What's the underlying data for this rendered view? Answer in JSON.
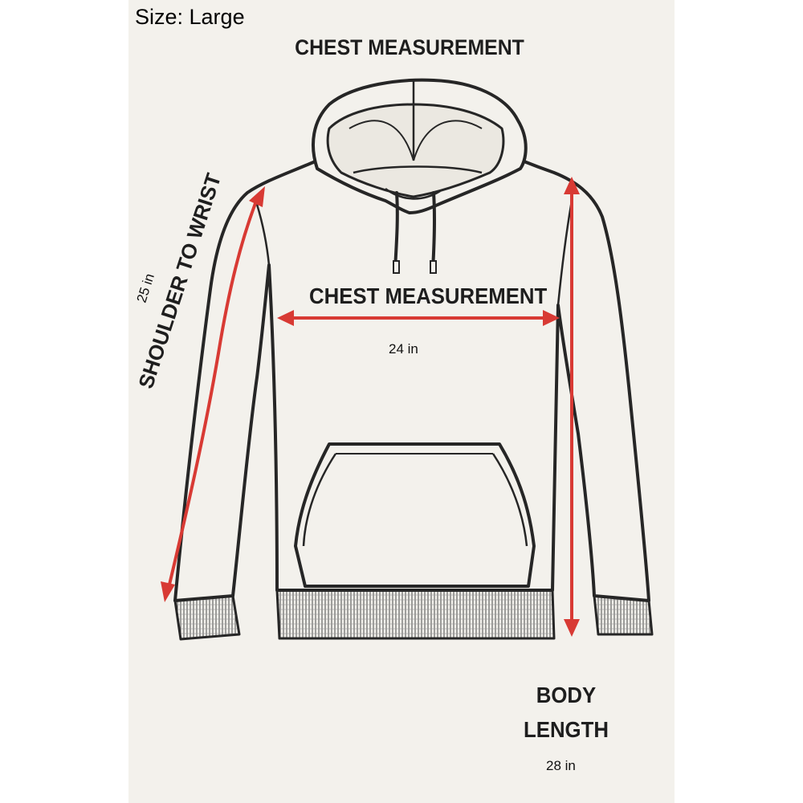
{
  "size_label": "Size: Large",
  "top_title": "CHEST MEASUREMENT",
  "chest": {
    "label": "CHEST MEASUREMENT",
    "value": "24 in"
  },
  "shoulder_to_wrist": {
    "label": "SHOULDER TO WRIST",
    "value": "25 in"
  },
  "body_length": {
    "label_line1": "BODY",
    "label_line2": "LENGTH",
    "value": "28 in"
  },
  "colors": {
    "arrow": "#d83a34",
    "outline": "#262626",
    "background": "#f3f1ec"
  }
}
